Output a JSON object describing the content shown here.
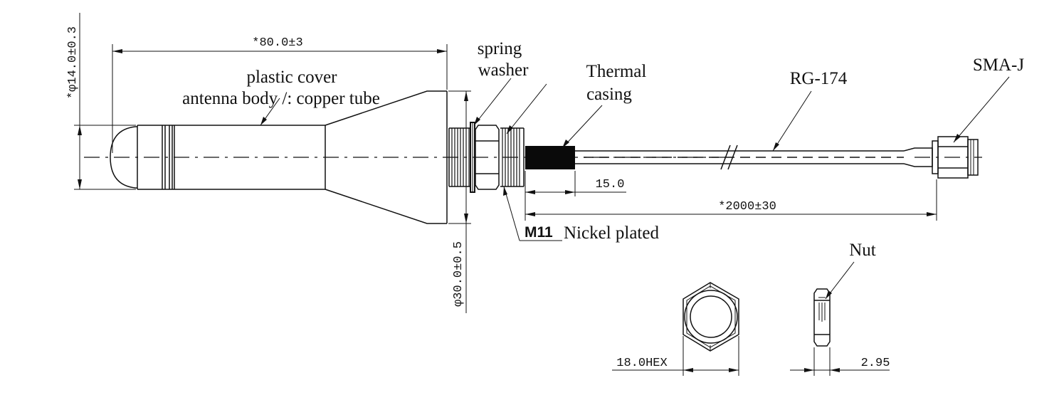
{
  "dimensions": {
    "length_80": "*80.0±3",
    "dia_14": "*φ14.0±0.3",
    "dia_30": "φ30.0±0.5",
    "len_15": "15.0",
    "len_2000": "*2000±30",
    "hex_18": "18.0HEX",
    "thick_295": "2.95"
  },
  "labels": {
    "plastic_cover": "plastic cover",
    "antenna_body": "antenna body /: copper tube",
    "spring": "spring",
    "washer": "washer",
    "thermal": "Thermal",
    "casing": "casing",
    "rg174": "RG-174",
    "sma": "SMA-J",
    "m11": "M11",
    "nickel": "Nickel plated",
    "nut": "Nut"
  }
}
